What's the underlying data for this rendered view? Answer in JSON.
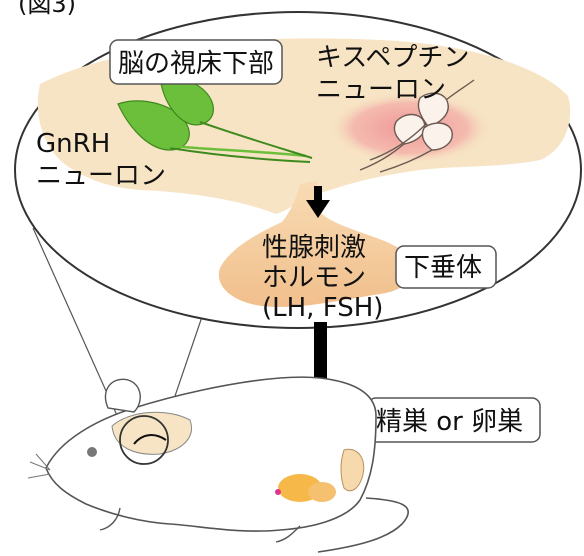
{
  "figure": {
    "top_caption": "(図3)"
  },
  "labels": {
    "hypothalamus": "脳の視床下部",
    "kisspeptin_line1": "キスペプチン",
    "kisspeptin_line2": "ニューロン",
    "gnrh_line1": "GnRH",
    "gnrh_line2": "ニューロン",
    "hormone_line1": "性腺刺激",
    "hormone_line2": "ホルモン",
    "hormone_line3": "(LH, FSH)",
    "pituitary": "下垂体",
    "gonad": "精巣 or 卵巣"
  },
  "colors": {
    "brain_fill": "#f7e4c4",
    "kisspeptin_region": "#ef8f93",
    "gnrh_neuron": "#6cbf3a",
    "pituitary_fill": "#f5cfa3",
    "arrow": "#000000",
    "outline": "#4a4a4a",
    "gonad_orange": "#f7b84a",
    "gonad_pink": "#e0338c"
  }
}
